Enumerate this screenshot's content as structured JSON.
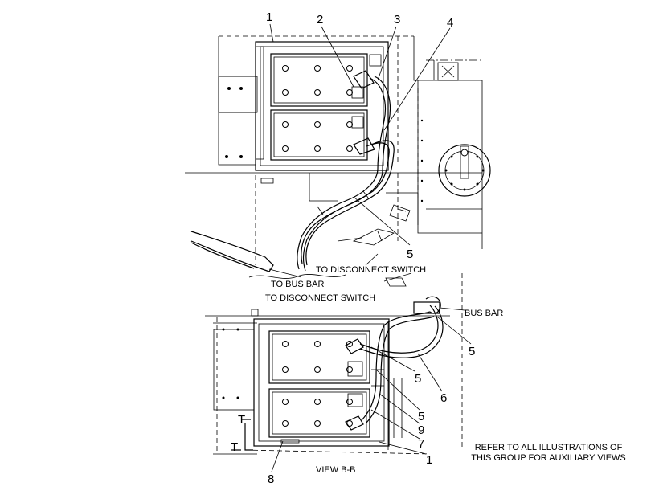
{
  "labels": {
    "to_disconnect_switch_top": "TO DISCONNECT SWITCH",
    "to_bus_bar": "TO BUS BAR",
    "to_disconnect_switch_bottom": "TO DISCONNECT SWITCH",
    "bus_bar": "BUS BAR",
    "view": "VIEW B-B",
    "section_mark": "T",
    "note_line1": "REFER TO ALL ILLUSTRATIONS OF",
    "note_line2": "THIS GROUP FOR AUXILIARY VIEWS"
  },
  "callouts": {
    "top": [
      "1",
      "2",
      "3",
      "4",
      "5"
    ],
    "bottom": [
      "5",
      "5",
      "6",
      "5",
      "9",
      "7",
      "1",
      "8"
    ]
  }
}
